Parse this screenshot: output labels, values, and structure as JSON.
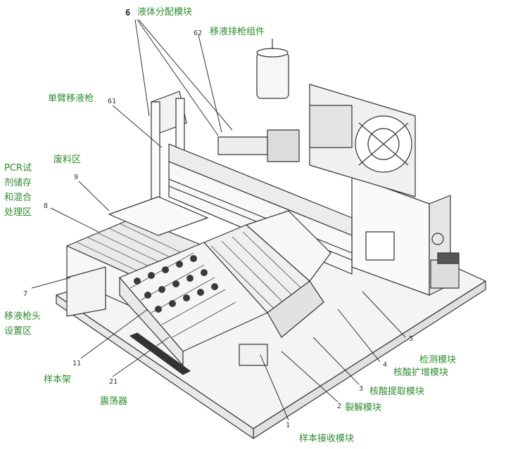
{
  "labels": {
    "liquid_module": "液体分配模块",
    "pipette_row": "移液排枪组件",
    "single_arm": "单臂移液枪",
    "waste": "废料区",
    "pcr_lines": [
      "PCR试",
      "剂储存",
      "和混合",
      "处理区"
    ],
    "tip_lines": [
      "移液枪头",
      "设置区"
    ],
    "sample_rack": "样本架",
    "oscillator": "震荡器",
    "detection": "检测模块",
    "amplify": "核酸扩增模块",
    "extract": "核酸提取模块",
    "lysis": "裂解模块",
    "receive": "样本接收模块"
  },
  "numbers": {
    "n6": "6",
    "n62": "62",
    "n61": "61",
    "n9": "9",
    "n8": "8",
    "n7": "7",
    "n11": "11",
    "n21": "21",
    "n5": "5",
    "n4": "4",
    "n3": "3",
    "n2": "2",
    "n1": "1"
  },
  "colors": {
    "label": "#2e8b2e",
    "line": "#333333",
    "number": "#333333"
  }
}
